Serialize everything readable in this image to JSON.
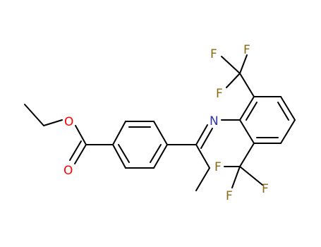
{
  "diagram": {
    "type": "chemical-structure",
    "atom_labels": {
      "ester_O_single": "O",
      "ester_O_double": "O",
      "imine_N": "N",
      "cf3_top_F1": "F",
      "cf3_top_F2": "F",
      "cf3_top_F3": "F",
      "cf3_bottom_F1": "F",
      "cf3_bottom_F2": "F",
      "cf3_bottom_F3": "F"
    },
    "colors": {
      "bond": "#000000",
      "oxygen": "#ff0000",
      "nitrogen": "#3333aa",
      "fluorine": "#8b6914",
      "background": "#ffffff"
    }
  }
}
